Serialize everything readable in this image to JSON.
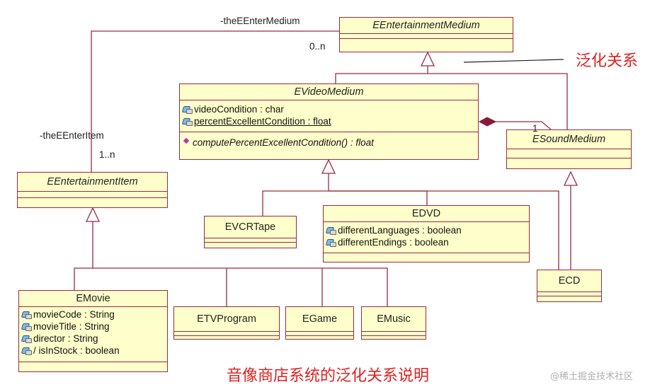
{
  "classes": {
    "entertainment_medium": {
      "name": "EEntertainmentMedium"
    },
    "video_medium": {
      "name": "EVideoMedium",
      "attributes": [
        "videoCondition : char",
        "percentExcellentCondition : float"
      ],
      "operations": [
        "computePercentExcellentCondition() : float"
      ]
    },
    "sound_medium": {
      "name": "ESoundMedium"
    },
    "entertainment_item": {
      "name": "EEntertainmentItem"
    },
    "vcr_tape": {
      "name": "EVCRTape"
    },
    "dvd": {
      "name": "EDVD",
      "attributes": [
        "differentLanguages : boolean",
        "differentEndings : boolean"
      ]
    },
    "cd": {
      "name": "ECD"
    },
    "movie": {
      "name": "EMovie",
      "attributes": [
        "movieCode : String",
        "movieTitle : String",
        "director : String",
        "/ isInStock : boolean"
      ]
    },
    "tv_program": {
      "name": "ETVProgram"
    },
    "game": {
      "name": "EGame"
    },
    "music": {
      "name": "EMusic"
    }
  },
  "labels": {
    "role_medium": "-theEEnterMedium",
    "mult_medium": "0..n",
    "role_item": "-theEEnterItem",
    "mult_item": "1..n",
    "mult_sound": "1"
  },
  "annotations": {
    "generalization": "泛化关系",
    "caption": "音像商店系统的泛化关系说明",
    "watermark": "@稀土掘金技术社区"
  },
  "colors": {
    "line": "#9a2a44",
    "box_fill": "#ffffcc",
    "annotation": "#e02020",
    "composition_diamond": "#8b1a3a"
  }
}
